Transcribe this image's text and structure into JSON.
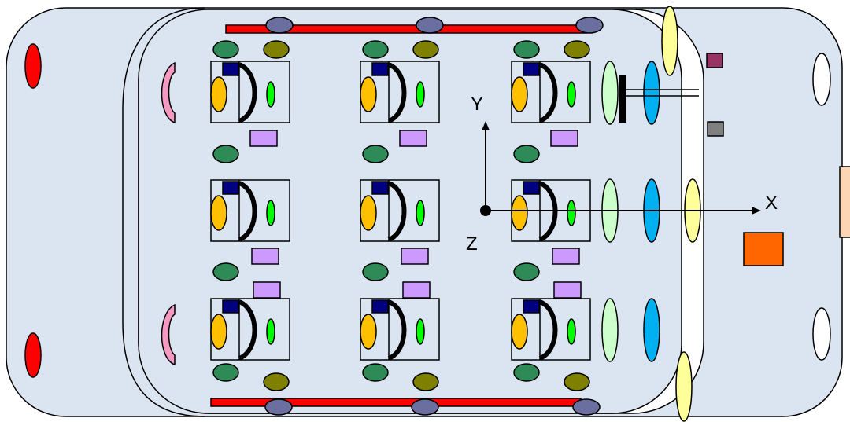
{
  "axes": {
    "x_label": "X",
    "y_label": "Y",
    "z_label": "Z"
  },
  "colors": {
    "body_fill": "#dbe5f1",
    "outline": "#000000",
    "red_light": "#ff0000",
    "pink_mirror": "#f49ac2",
    "seat_yellow": "#ffc000",
    "seat_navy": "#000080",
    "seat_green": "#00ff00",
    "speaker_green": "#2e8b57",
    "speaker_olive": "#808000",
    "tweeter_slate": "#6b6fa0",
    "pad_lavender": "#cc99ff",
    "disc_light_green": "#ccffcc",
    "disc_cyan": "#00b0f0",
    "disc_yellow": "#ffff99",
    "block_purple": "#993366",
    "block_gray": "#808080",
    "block_orange": "#ff6600",
    "block_peach": "#fcd5b4",
    "headlight_white": "#ffffff"
  }
}
